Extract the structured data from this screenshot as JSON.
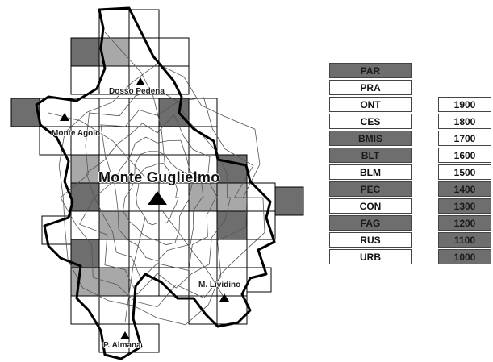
{
  "map": {
    "peaks": [
      {
        "id": "dosso-pedena",
        "name": "Dosso Pedena"
      },
      {
        "id": "monte-agolo",
        "name": "Monte Agolo"
      },
      {
        "id": "monte-guglielmo",
        "name": "Monte Guglielmo"
      },
      {
        "id": "m-lividino",
        "name": "M. Lividino"
      },
      {
        "id": "p-almana",
        "name": "P. Almana"
      }
    ],
    "colors": {
      "dark_cell": "#6e6e6e",
      "light_cell": "#a8a8a8",
      "border": "#000000",
      "contour": "#555555"
    }
  },
  "legend": {
    "classes": [
      {
        "code": "PAR",
        "shade": "dark"
      },
      {
        "code": "PRA",
        "shade": "light"
      },
      {
        "code": "ONT",
        "shade": "light"
      },
      {
        "code": "CES",
        "shade": "light"
      },
      {
        "code": "BMIS",
        "shade": "dark"
      },
      {
        "code": "BLT",
        "shade": "dark"
      },
      {
        "code": "BLM",
        "shade": "light"
      },
      {
        "code": "PEC",
        "shade": "dark"
      },
      {
        "code": "CON",
        "shade": "light"
      },
      {
        "code": "FAG",
        "shade": "dark"
      },
      {
        "code": "RUS",
        "shade": "light"
      },
      {
        "code": "URB",
        "shade": "light"
      }
    ],
    "altitudes": [
      {
        "value": "1900",
        "shade": "light"
      },
      {
        "value": "1800",
        "shade": "light"
      },
      {
        "value": "1700",
        "shade": "light"
      },
      {
        "value": "1600",
        "shade": "light"
      },
      {
        "value": "1500",
        "shade": "light"
      },
      {
        "value": "1400",
        "shade": "dark"
      },
      {
        "value": "1300",
        "shade": "dark"
      },
      {
        "value": "1200",
        "shade": "dark"
      },
      {
        "value": "1100",
        "shade": "dark"
      },
      {
        "value": "1000",
        "shade": "dark"
      }
    ]
  }
}
